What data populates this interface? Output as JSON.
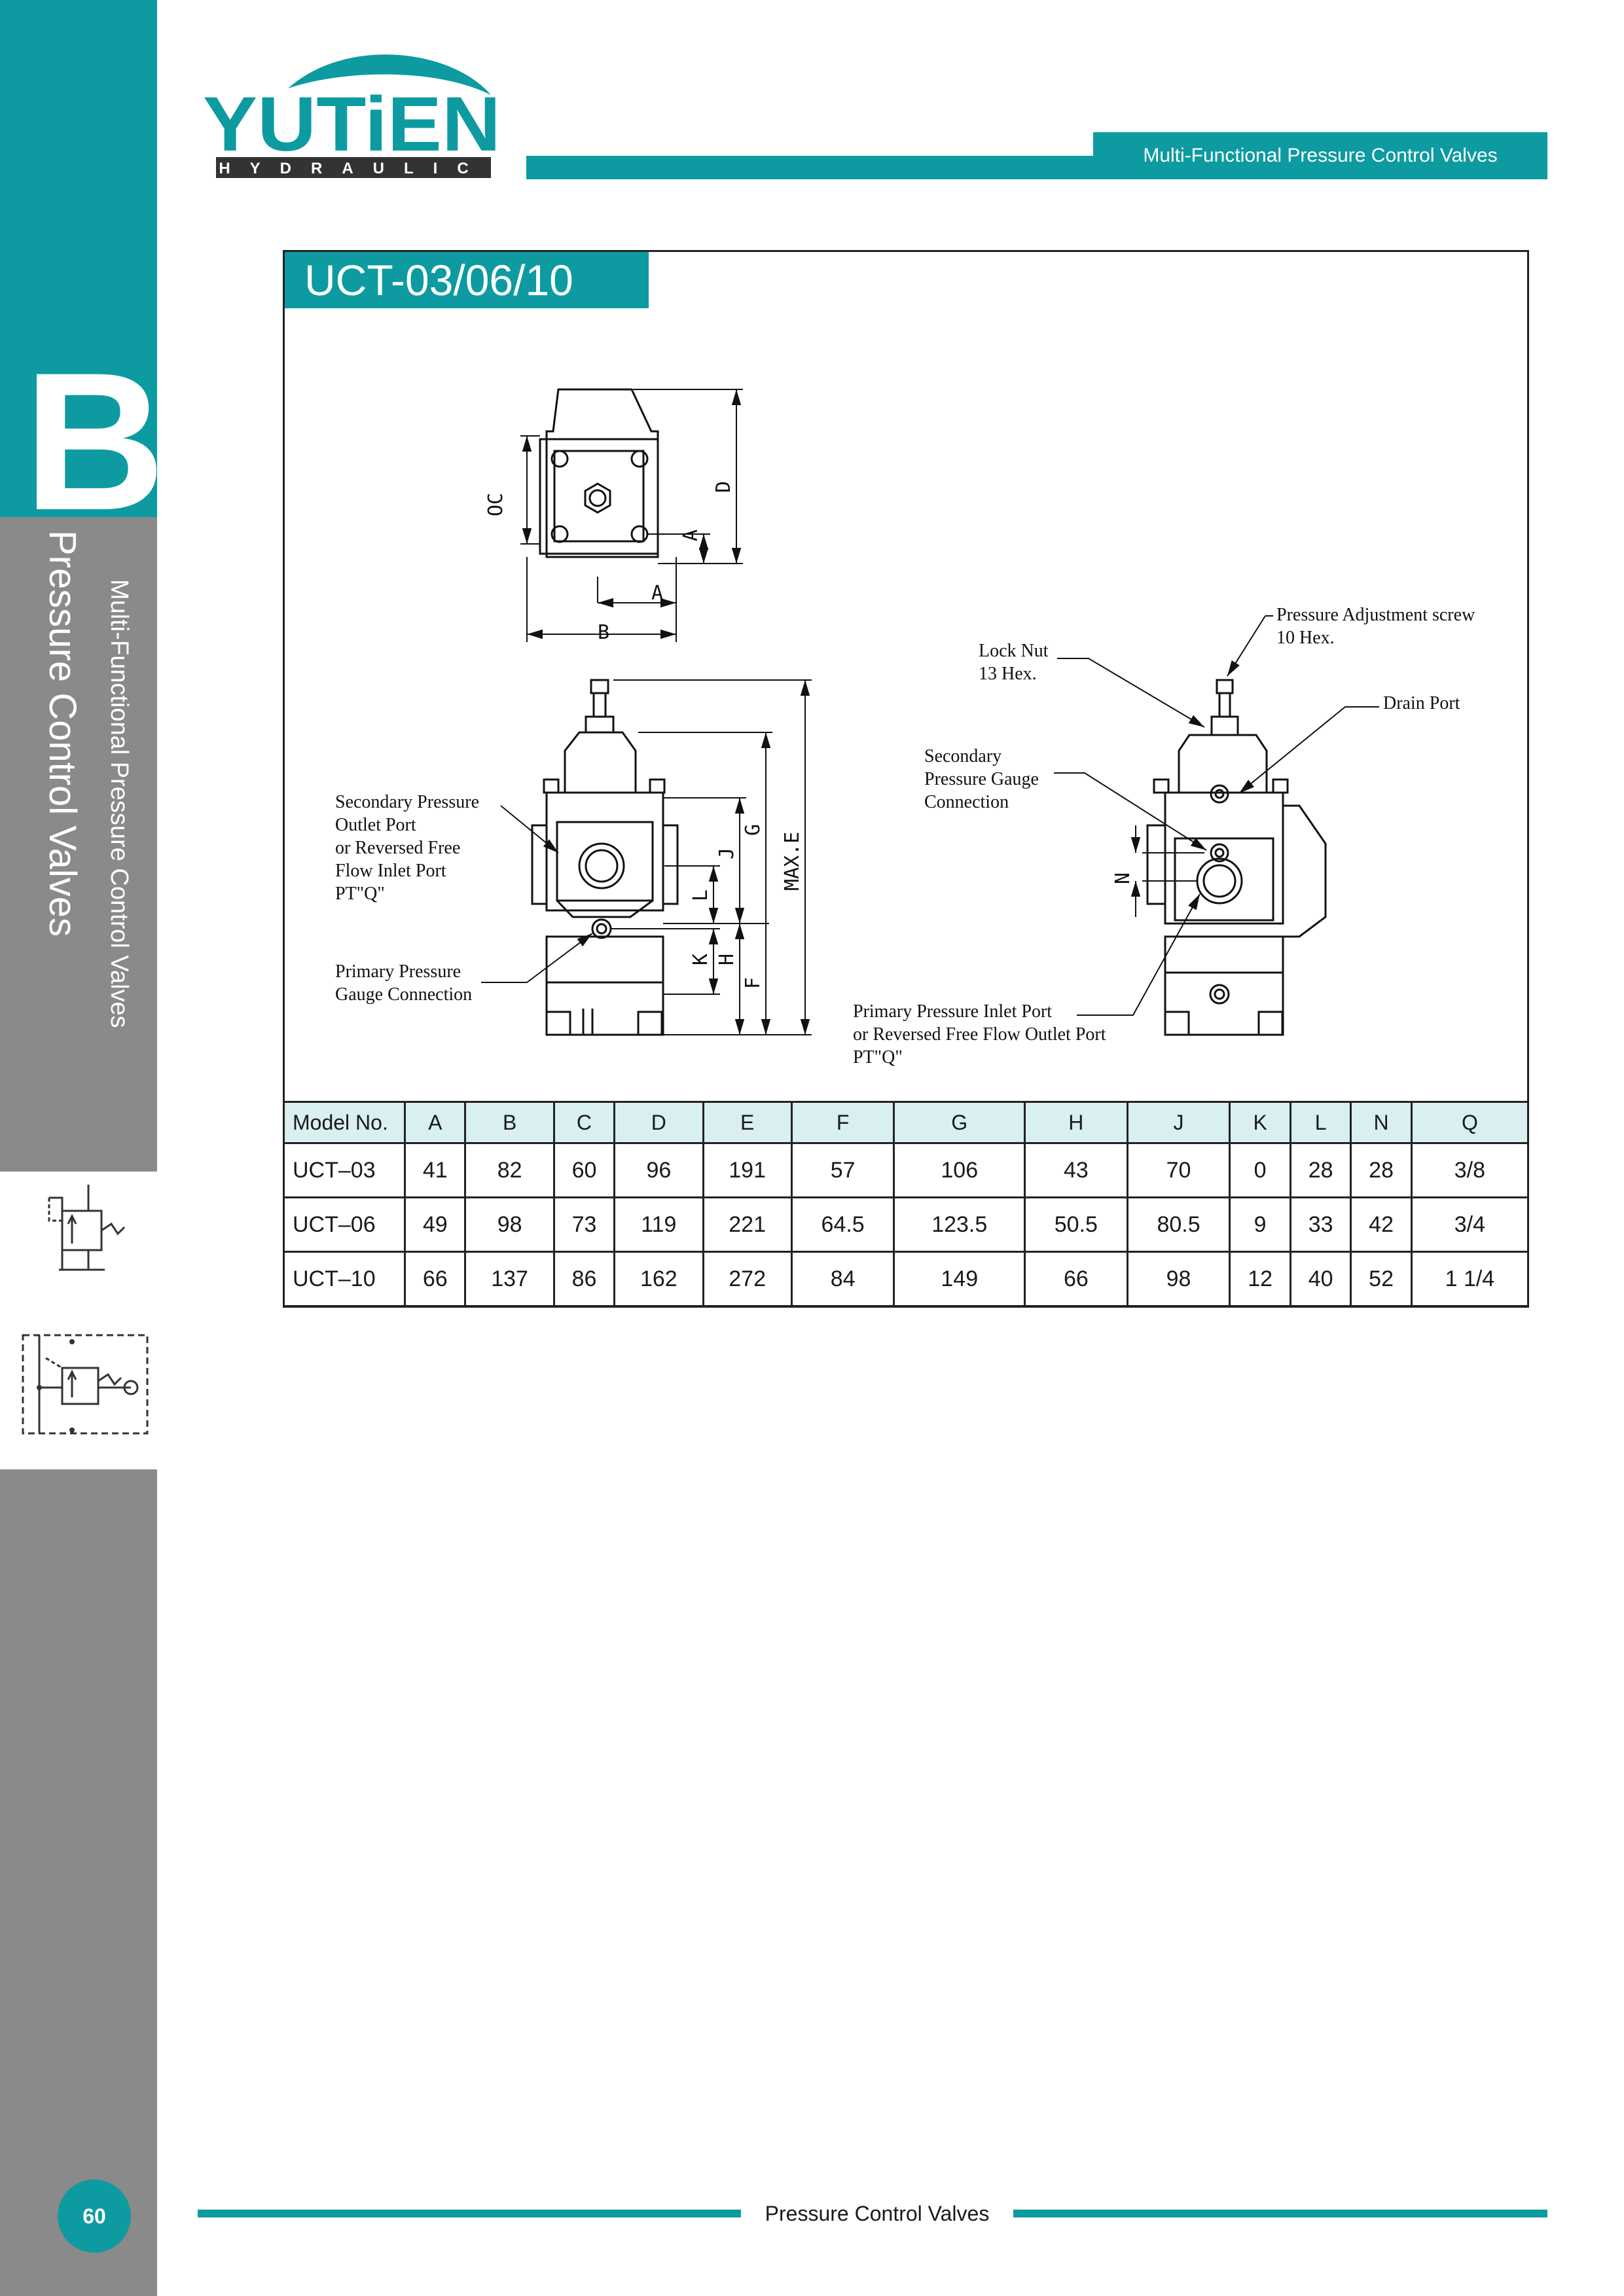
{
  "brand": {
    "name": "YUTiEN",
    "sub": "HYDRAULIC"
  },
  "header": {
    "section": "Multi-Functional Pressure Control Valves"
  },
  "sidebar": {
    "letter": "B",
    "title": "Pressure Control Valves",
    "subtitle": "Multi-Functional Pressure Control Valves"
  },
  "model_title": "UCT-03/06/10",
  "drawing": {
    "labels": {
      "pressure_adjust": [
        "Pressure Adjustment screw",
        "10 Hex."
      ],
      "lock_nut": [
        "Lock Nut",
        "13 Hex."
      ],
      "drain_port": [
        "Drain Port"
      ],
      "secondary_gauge": [
        "Secondary",
        "Pressure Gauge",
        "Connection"
      ],
      "secondary_outlet": [
        "Secondary Pressure",
        "Outlet Port",
        "or Reversed Free",
        "Flow Inlet Port",
        "PT\"Q\""
      ],
      "primary_gauge": [
        "Primary Pressure",
        "Gauge Connection"
      ],
      "primary_inlet": [
        "Primary Pressure Inlet Port",
        "or Reversed Free Flow Outlet Port",
        "PT\"Q\""
      ]
    },
    "dims": {
      "A": "A",
      "B": "B",
      "C": "C",
      "D": "D",
      "OC": "OC",
      "G": "G",
      "J": "J",
      "L": "L",
      "K": "K",
      "H": "H",
      "F": "F",
      "MAXE": "MAX.E",
      "N": "N"
    }
  },
  "table": {
    "headers": [
      "Model  No.",
      "A",
      "B",
      "C",
      "D",
      "E",
      "F",
      "G",
      "H",
      "J",
      "K",
      "L",
      "N",
      "Q"
    ],
    "rows": [
      [
        "UCT–03",
        "41",
        "82",
        "60",
        "96",
        "191",
        "57",
        "106",
        "43",
        "70",
        "0",
        "28",
        "28",
        "3/8"
      ],
      [
        "UCT–06",
        "49",
        "98",
        "73",
        "119",
        "221",
        "64.5",
        "123.5",
        "50.5",
        "80.5",
        "9",
        "33",
        "42",
        "3/4"
      ],
      [
        "UCT–10",
        "66",
        "137",
        "86",
        "162",
        "272",
        "84",
        "149",
        "66",
        "98",
        "12",
        "40",
        "52",
        "1 1/4"
      ]
    ]
  },
  "footer": {
    "page": "60",
    "title": "Pressure Control Valves"
  },
  "colors": {
    "accent": "#0d9ba1",
    "sidebar_gray": "#8a8a8a",
    "header_row": "#d9eff0"
  }
}
